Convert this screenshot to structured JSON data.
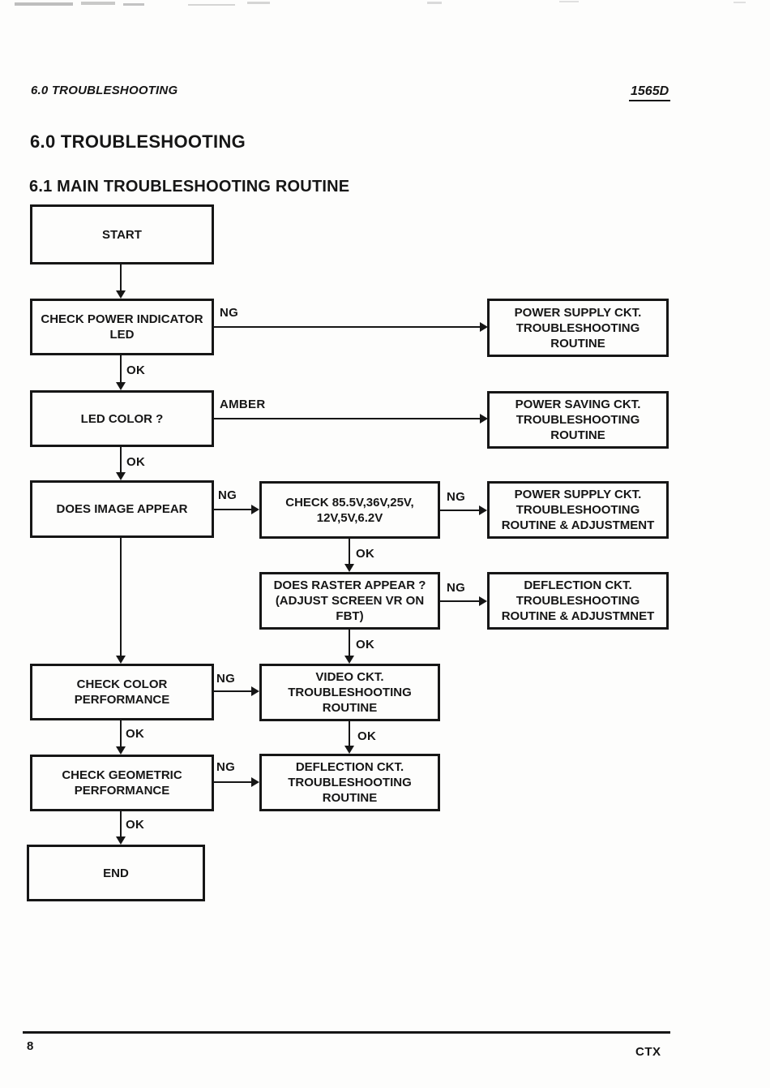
{
  "page": {
    "running_header": "6.0 TROUBLESHOOTING",
    "doc_number": "1565D",
    "section_title": "6.0 TROUBLESHOOTING",
    "subsection_title": "6.1 MAIN TROUBLESHOOTING ROUTINE",
    "footer_page_number": "8",
    "footer_brand": "CTX"
  },
  "flowchart": {
    "nodes": [
      {
        "id": "start",
        "label": "START"
      },
      {
        "id": "check-power-led",
        "label": "CHECK POWER INDICATOR\nLED"
      },
      {
        "id": "led-color",
        "label": "LED COLOR ?"
      },
      {
        "id": "does-image-appear",
        "label": "DOES IMAGE APPEAR"
      },
      {
        "id": "check-voltages",
        "label": "CHECK 85.5V,36V,25V,\n12V,5V,6.2V"
      },
      {
        "id": "does-raster-appear",
        "label": "DOES RASTER APPEAR ?\n(ADJUST SCREEN VR ON\nFBT)"
      },
      {
        "id": "check-color-performance",
        "label": "CHECK COLOR\nPERFORMANCE"
      },
      {
        "id": "check-geometric-performance",
        "label": "CHECK GEOMETRIC\nPERFORMANCE"
      },
      {
        "id": "end",
        "label": "END"
      },
      {
        "id": "power-supply-routine",
        "label": "POWER SUPPLY CKT.\nTROUBLESHOOTING\nROUTINE"
      },
      {
        "id": "power-saving-routine",
        "label": "POWER SAVING CKT.\nTROUBLESHOOTING\nROUTINE"
      },
      {
        "id": "power-supply-adjust",
        "label": "POWER SUPPLY CKT.\nTROUBLESHOOTING\nROUTINE & ADJUSTMENT"
      },
      {
        "id": "deflection-adjust",
        "label": "DEFLECTION CKT.\nTROUBLESHOOTING\nROUTINE & ADJUSTMNET"
      },
      {
        "id": "video-routine",
        "label": "VIDEO CKT.\nTROUBLESHOOTING\nROUTINE"
      },
      {
        "id": "deflection-routine",
        "label": "DEFLECTION CKT.\nTROUBLESHOOTING\nROUTINE"
      }
    ],
    "branch_labels": {
      "power_led_ng": "NG",
      "power_led_ok": "OK",
      "led_color_amber": "AMBER",
      "led_color_ok": "OK",
      "image_ng": "NG",
      "voltages_ng": "NG",
      "voltages_ok": "OK",
      "raster_ng": "NG",
      "raster_ok": "OK",
      "color_ng": "NG",
      "color_ok": "OK",
      "video_ok": "OK",
      "geometric_ng": "NG",
      "geometric_ok": "OK"
    },
    "ink_color": "#161616",
    "paper_color": "#fdfdfc"
  }
}
